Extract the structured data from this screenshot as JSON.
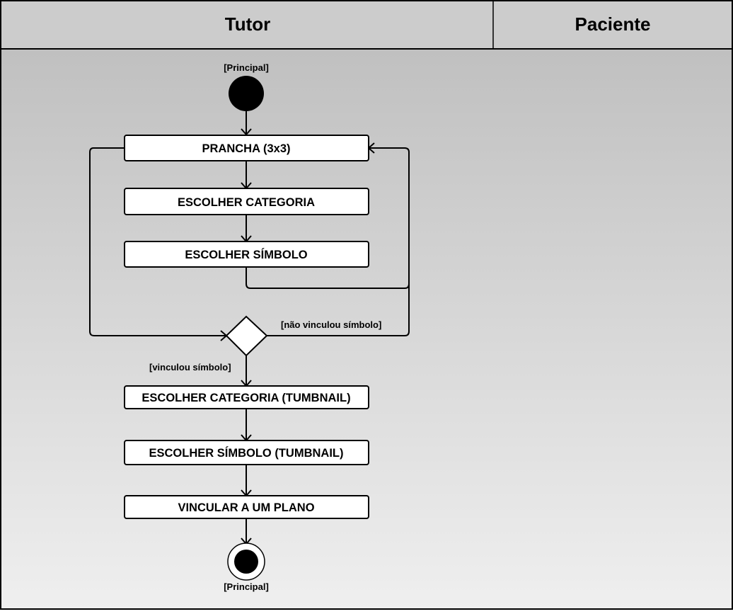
{
  "swimlanes": [
    {
      "id": "tutor",
      "title": "Tutor"
    },
    {
      "id": "paciente",
      "title": "Paciente"
    }
  ],
  "initial_node": {
    "label": "[Principal]"
  },
  "final_node": {
    "label": "[Principal]"
  },
  "actions": [
    {
      "id": "prancha",
      "label": "PRANCHA (3x3)"
    },
    {
      "id": "escolher-categoria",
      "label": "ESCOLHER CATEGORIA"
    },
    {
      "id": "escolher-simbolo",
      "label": "ESCOLHER SÍMBOLO"
    },
    {
      "id": "escolher-categoria-tumbnail",
      "label": "ESCOLHER CATEGORIA (TUMBNAIL)"
    },
    {
      "id": "escolher-simbolo-tumbnail",
      "label": "ESCOLHER SÍMBOLO (TUMBNAIL)"
    },
    {
      "id": "vincular-plano",
      "label": "VINCULAR A UM PLANO"
    }
  ],
  "decision": {
    "guard_no": "[não vinculou símbolo]",
    "guard_yes": "[vinculou símbolo]"
  },
  "colors": {
    "header": "#cccccc",
    "lane_gradient_top": "#c0c0c0",
    "lane_gradient_bottom": "#efefef",
    "lines": "#000000",
    "node_fill": "#ffffff"
  }
}
